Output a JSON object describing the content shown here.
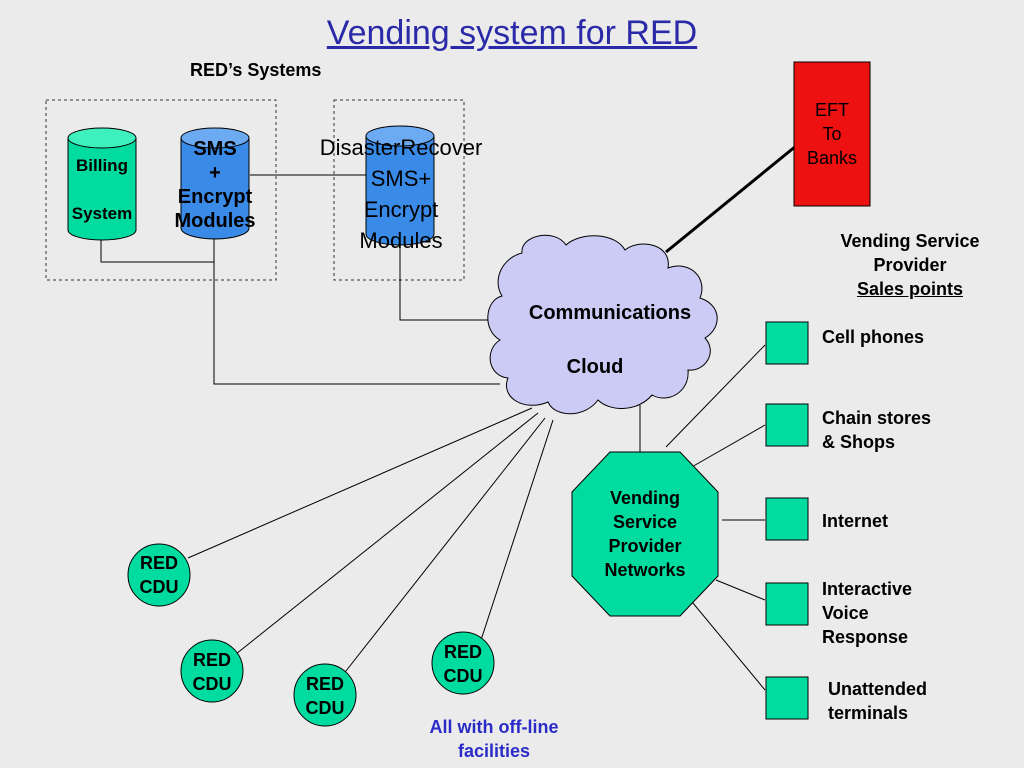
{
  "title": "Vending system for RED",
  "reds_systems_label": "RED’s Systems",
  "billing": {
    "line1": "Billing",
    "line2": "System"
  },
  "sms": {
    "line1": "SMS",
    "line2": "+",
    "line3": "Encrypt",
    "line4": "Modules"
  },
  "disaster": {
    "line1": "DisasterRecover",
    "line2": "SMS+",
    "line3": "Encrypt",
    "line4": "Modules"
  },
  "eft": {
    "line1": "EFT",
    "line2": "To",
    "line3": "Banks"
  },
  "cloud": {
    "line1": "Communications",
    "line2": "Cloud"
  },
  "vsp_heading": {
    "line1": "Vending Service",
    "line2": "Provider",
    "line3": "Sales points"
  },
  "vsp_network": {
    "line1": "Vending",
    "line2": "Service",
    "line3": "Provider",
    "line4": "Networks"
  },
  "sales_points": [
    {
      "line1": "Cell phones",
      "line2": ""
    },
    {
      "line1": "Chain stores",
      "line2": "& Shops"
    },
    {
      "line1": "Internet",
      "line2": ""
    },
    {
      "line1": "Interactive",
      "line2": "Voice",
      "line3": "Response"
    },
    {
      "line1": "Unattended",
      "line2": "terminals"
    }
  ],
  "cdu_units": [
    {
      "line1": "RED",
      "line2": "CDU"
    },
    {
      "line1": "RED",
      "line2": "CDU"
    },
    {
      "line1": "RED",
      "line2": "CDU"
    },
    {
      "line1": "RED",
      "line2": "CDU"
    }
  ],
  "offline_note": {
    "line1": "All with off-line",
    "line2": "facilities"
  },
  "colors": {
    "green": "#00dca0",
    "blue": "#3a8ae8",
    "red": "#ee1111",
    "cloud": "#cbcbf6",
    "title": "#2a2aa8",
    "note": "#2b2bc8"
  }
}
